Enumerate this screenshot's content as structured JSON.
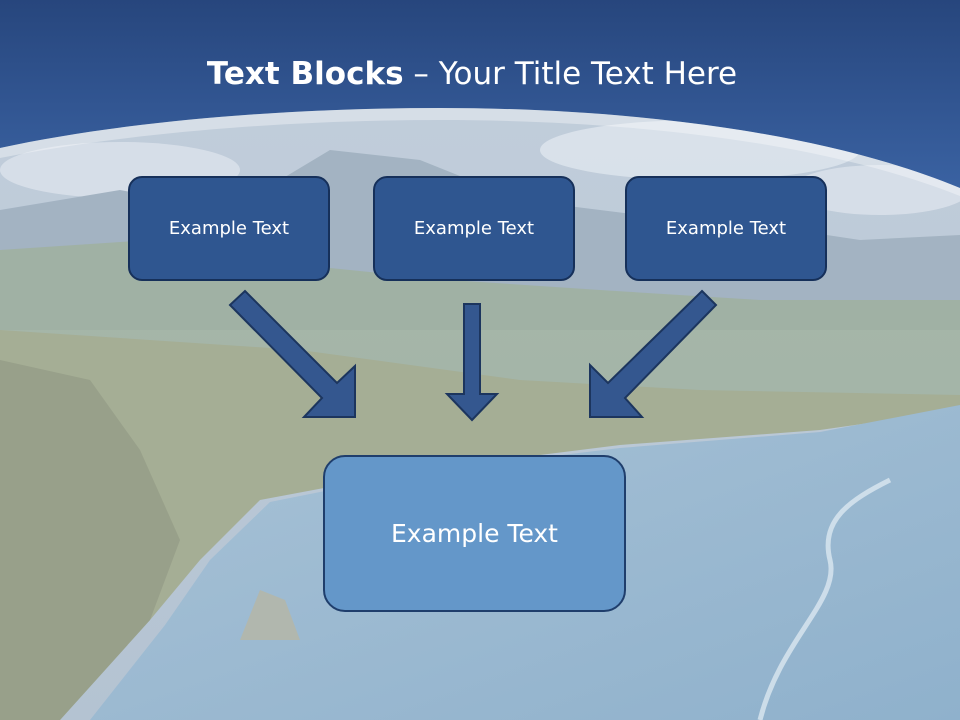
{
  "title": {
    "bold": "Text Blocks",
    "dash": " – ",
    "rest": "Your Title Text Here"
  },
  "boxes": {
    "top_left": "Example Text",
    "top_center": "Example Text",
    "top_right": "Example Text",
    "bottom": "Example Text"
  },
  "colors": {
    "header_blue": "#2f5592",
    "box_dark": "#2f5690",
    "box_light": "#6497c9",
    "arrow_fill": "#34578f"
  }
}
